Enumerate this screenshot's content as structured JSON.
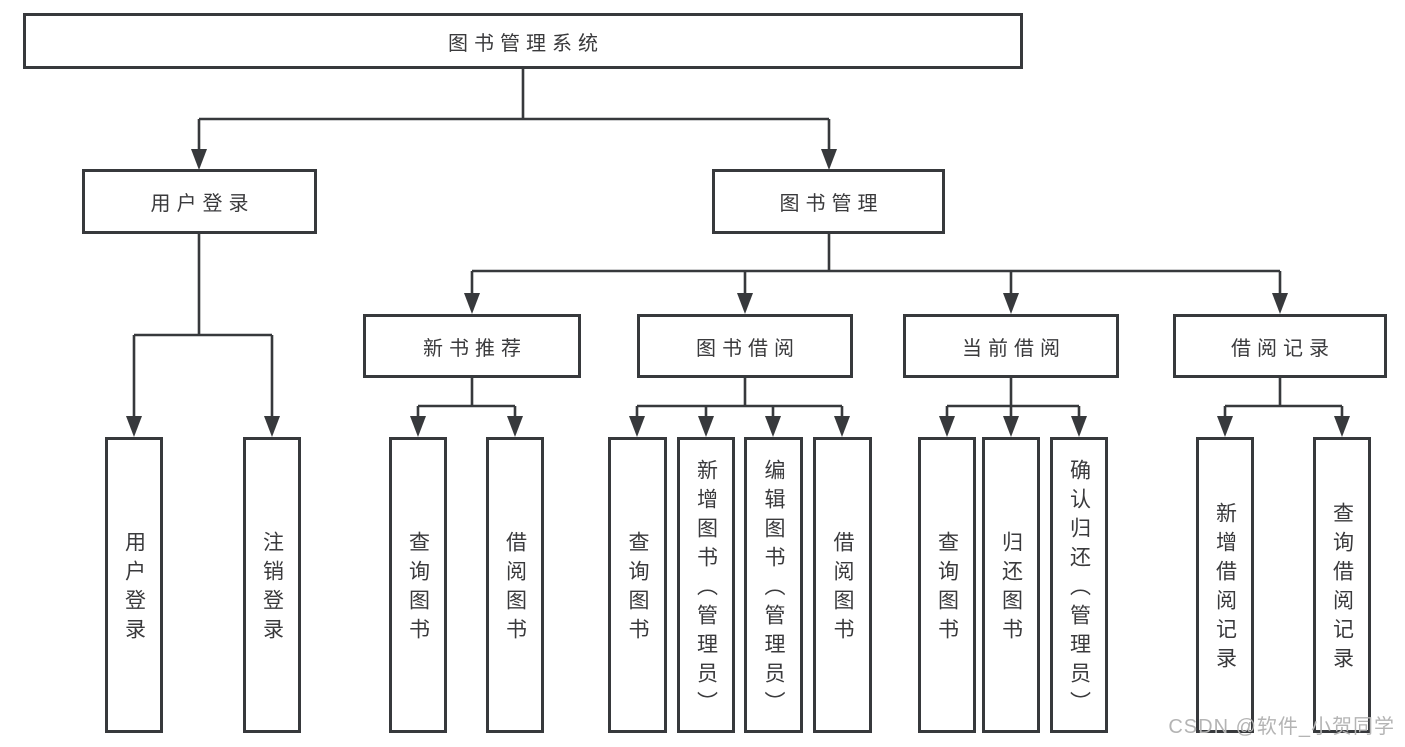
{
  "tree": {
    "label": "图书管理系统",
    "children": [
      {
        "label": "用户登录",
        "children": [
          {
            "label": "用户登录"
          },
          {
            "label": "注销登录"
          }
        ]
      },
      {
        "label": "图书管理",
        "children": [
          {
            "label": "新书推荐",
            "children": [
              {
                "label": "查询图书"
              },
              {
                "label": "借阅图书"
              }
            ]
          },
          {
            "label": "图书借阅",
            "children": [
              {
                "label": "查询图书"
              },
              {
                "label": "新增图书（管理员）"
              },
              {
                "label": "编辑图书（管理员）"
              },
              {
                "label": "借阅图书"
              }
            ]
          },
          {
            "label": "当前借阅",
            "children": [
              {
                "label": "查询图书"
              },
              {
                "label": "归还图书"
              },
              {
                "label": "确认归还（管理员）"
              }
            ]
          },
          {
            "label": "借阅记录",
            "children": [
              {
                "label": "新增借阅记录"
              },
              {
                "label": "查询借阅记录"
              }
            ]
          }
        ]
      }
    ]
  },
  "watermark": {
    "text": "CSDN @软件_小贺同学"
  },
  "colors": {
    "line": "#37393c",
    "text": "#3a3a3c",
    "watermark": "#b4b4b4",
    "background": "#ffffff"
  }
}
